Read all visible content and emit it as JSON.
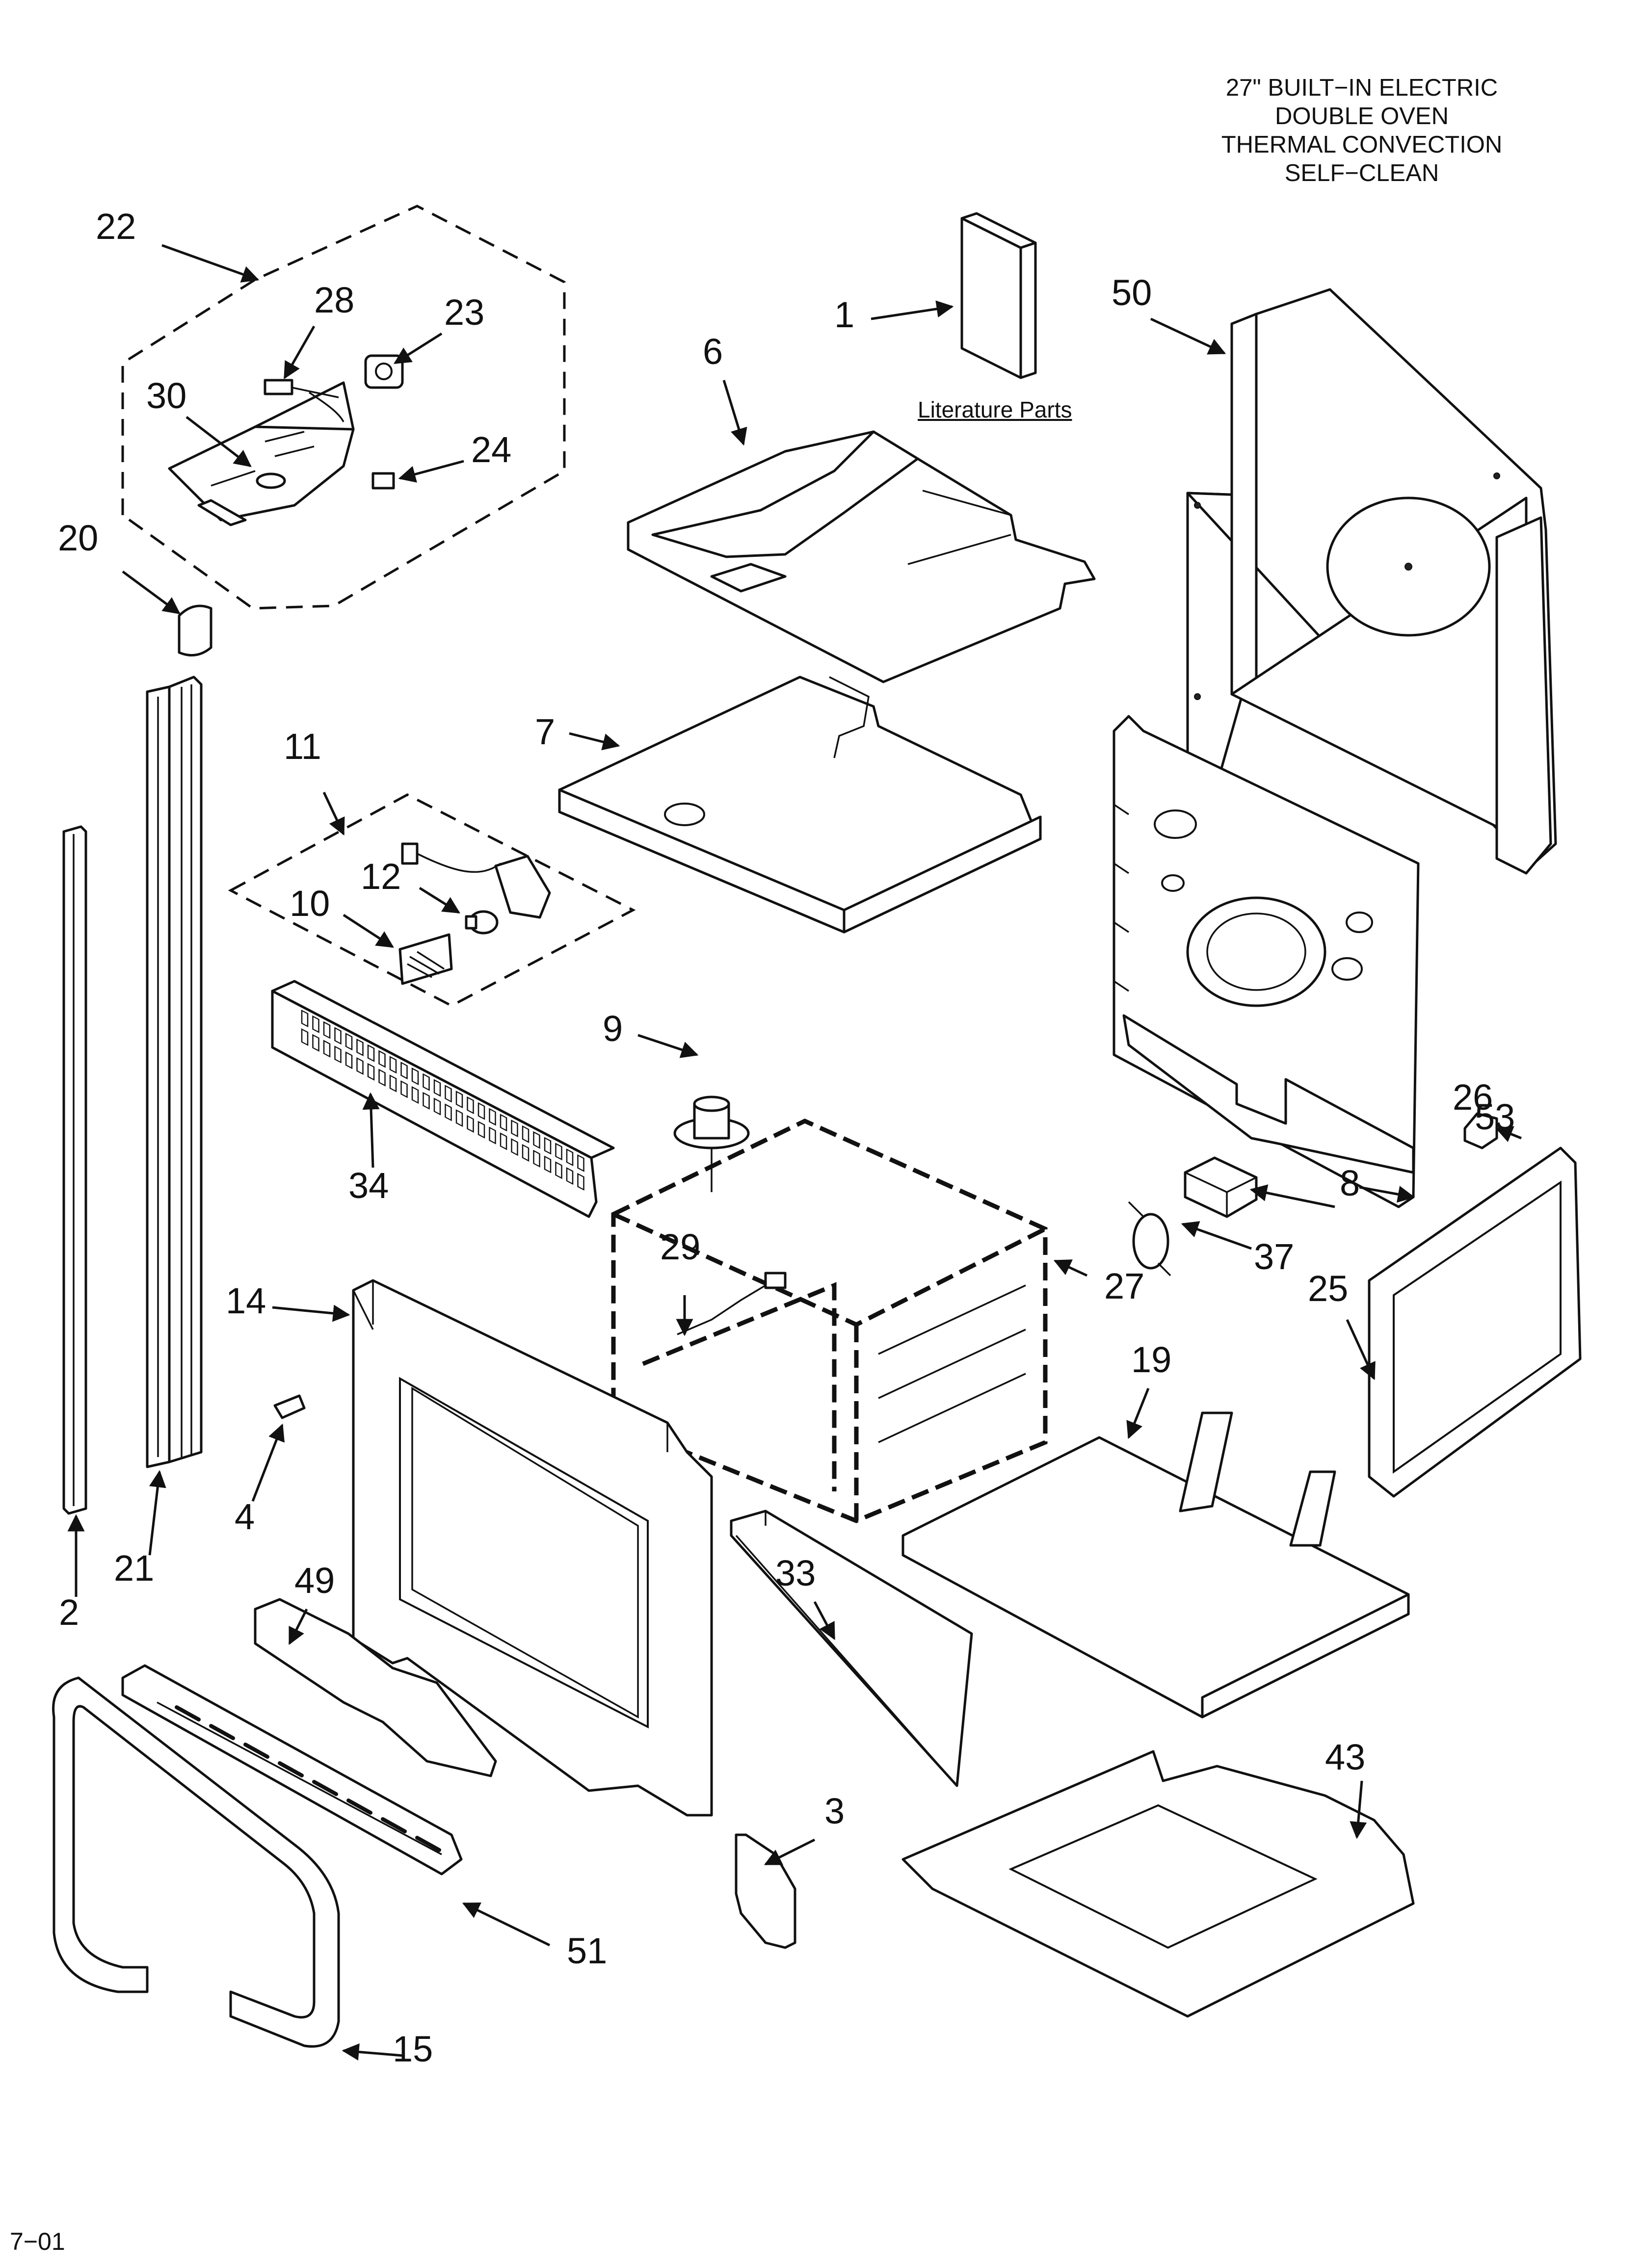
{
  "header": {
    "title_lines": [
      "27\" BUILT−IN ELECTRIC",
      "DOUBLE OVEN",
      "THERMAL CONVECTION",
      "SELF−CLEAN"
    ]
  },
  "literature_label": "Literature Parts",
  "footer_code": "7−01",
  "callouts": {
    "c1": "1",
    "c2": "2",
    "c3": "3",
    "c4": "4",
    "c6": "6",
    "c7": "7",
    "c8": "8",
    "c9": "9",
    "c10": "10",
    "c11": "11",
    "c12": "12",
    "c14": "14",
    "c15": "15",
    "c19": "19",
    "c20": "20",
    "c21": "21",
    "c22": "22",
    "c23": "23",
    "c24": "24",
    "c25": "25",
    "c26": "26",
    "c27": "27",
    "c28": "28",
    "c29": "29",
    "c30": "30",
    "c33": "33",
    "c34": "34",
    "c37": "37",
    "c43": "43",
    "c49": "49",
    "c50": "50",
    "c51": "51",
    "c53": "53"
  }
}
